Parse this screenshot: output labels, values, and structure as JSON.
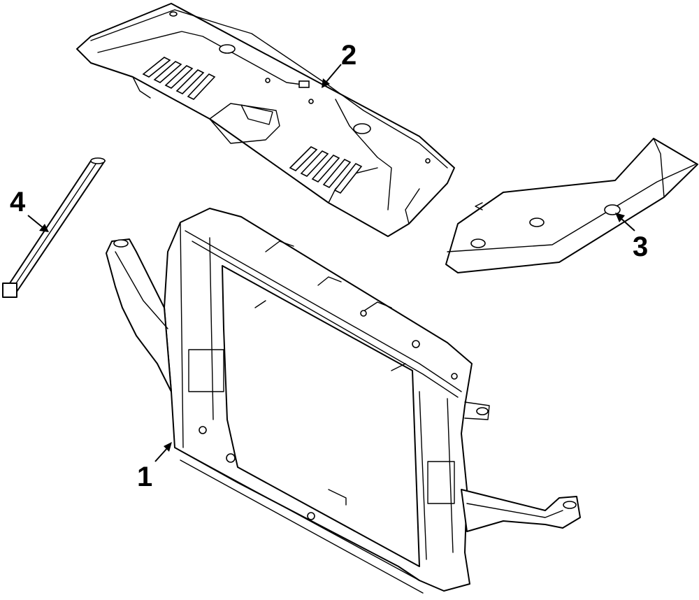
{
  "callouts": [
    {
      "number": "1",
      "part": "radiator-support"
    },
    {
      "number": "2",
      "part": "upper-cover-panel"
    },
    {
      "number": "3",
      "part": "side-air-deflector"
    },
    {
      "number": "4",
      "part": "support-rod"
    }
  ],
  "colors": {
    "line": "#000000",
    "background": "#ffffff"
  }
}
